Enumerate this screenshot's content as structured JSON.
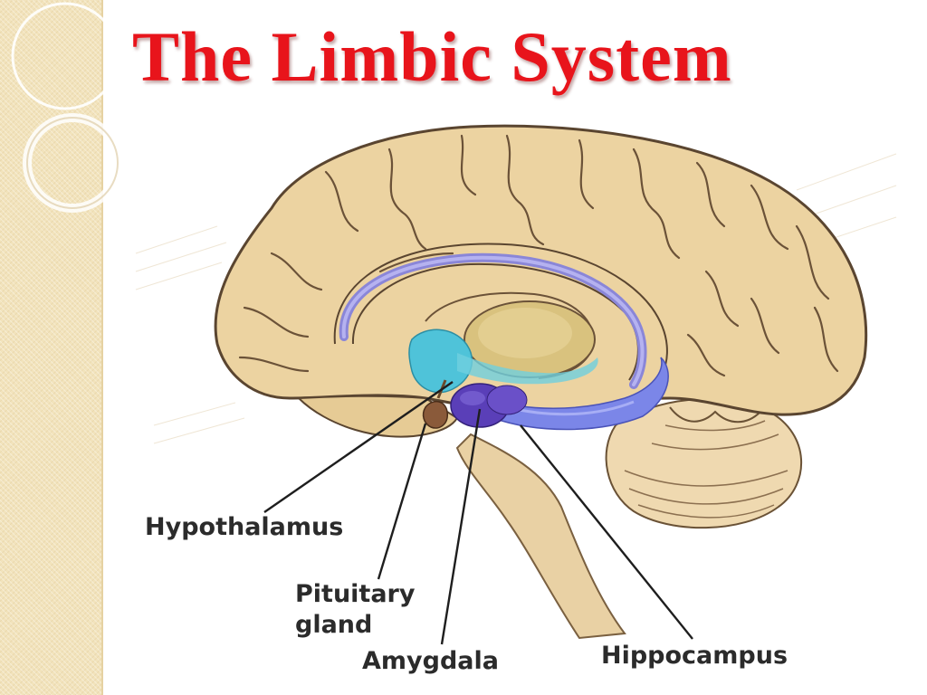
{
  "slide": {
    "title": "The Limbic System"
  },
  "labels": {
    "hypothalamus": "Hypothalamus",
    "pituitary_line1": "Pituitary",
    "pituitary_line2": "gland",
    "amygdala": "Amygdala",
    "hippocampus": "Hippocampus"
  },
  "colors": {
    "title": "#e8141b",
    "side_strip": "#f2e3bc",
    "brain_fill": "#ecd3a1",
    "brain_outline": "#5a4530",
    "hypothalamus_region": "#4fc3d9",
    "amygdala_region": "#5a3fb8",
    "hippocampus_region": "#7b86e8",
    "thalamus": "#d9c27e",
    "label_text": "#2b2b2b"
  },
  "icons": {
    "decor": "circle-rings-decoration",
    "illustration": "brain-sagittal-section"
  }
}
